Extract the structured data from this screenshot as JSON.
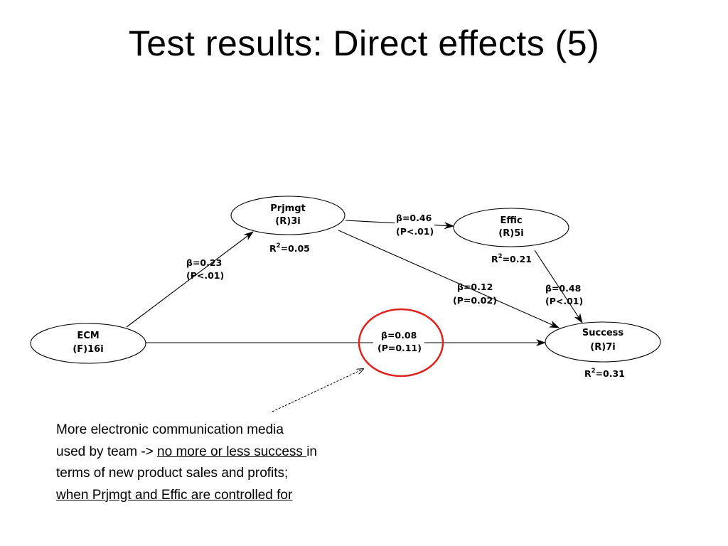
{
  "slide": {
    "title": "Test results: Direct effects (5)"
  },
  "diagram": {
    "nodes": {
      "prjmgt": {
        "name": "Prjmgt",
        "type": "(R)3i",
        "r2_label": "R",
        "r2_sup": "2",
        "r2_value": "=0.05"
      },
      "effic": {
        "name": "Effic",
        "type": "(R)5i",
        "r2_label": "R",
        "r2_sup": "2",
        "r2_value": "=0.21"
      },
      "ecm": {
        "name": "ECM",
        "type": "(F)16i"
      },
      "success": {
        "name": "Success",
        "type": "(R)7i",
        "r2_label": "R",
        "r2_sup": "2",
        "r2_value": "=0.31"
      }
    },
    "edges": {
      "ecm_prjmgt": {
        "beta": "β=0.23",
        "p": "(P<.01)"
      },
      "prjmgt_effic": {
        "beta": "β=0.46",
        "p": "(P<.01)"
      },
      "prjmgt_success": {
        "beta": "β=0.12",
        "p": "(P=0.02)"
      },
      "effic_success": {
        "beta": "β=0.48",
        "p": "(P<.01)"
      },
      "ecm_success": {
        "beta": "β=0.08",
        "p": "(P=0.11)"
      }
    },
    "highlight_color": "#e0201c"
  },
  "note": {
    "line1": "More electronic communication media",
    "line2_prefix": "used by team -> ",
    "line2_underlined": "no more or less success ",
    "line2_suffix": "in",
    "line3": "terms of new product sales and profits;",
    "line4_underlined": "when Prjmgt and Effic are controlled for"
  }
}
